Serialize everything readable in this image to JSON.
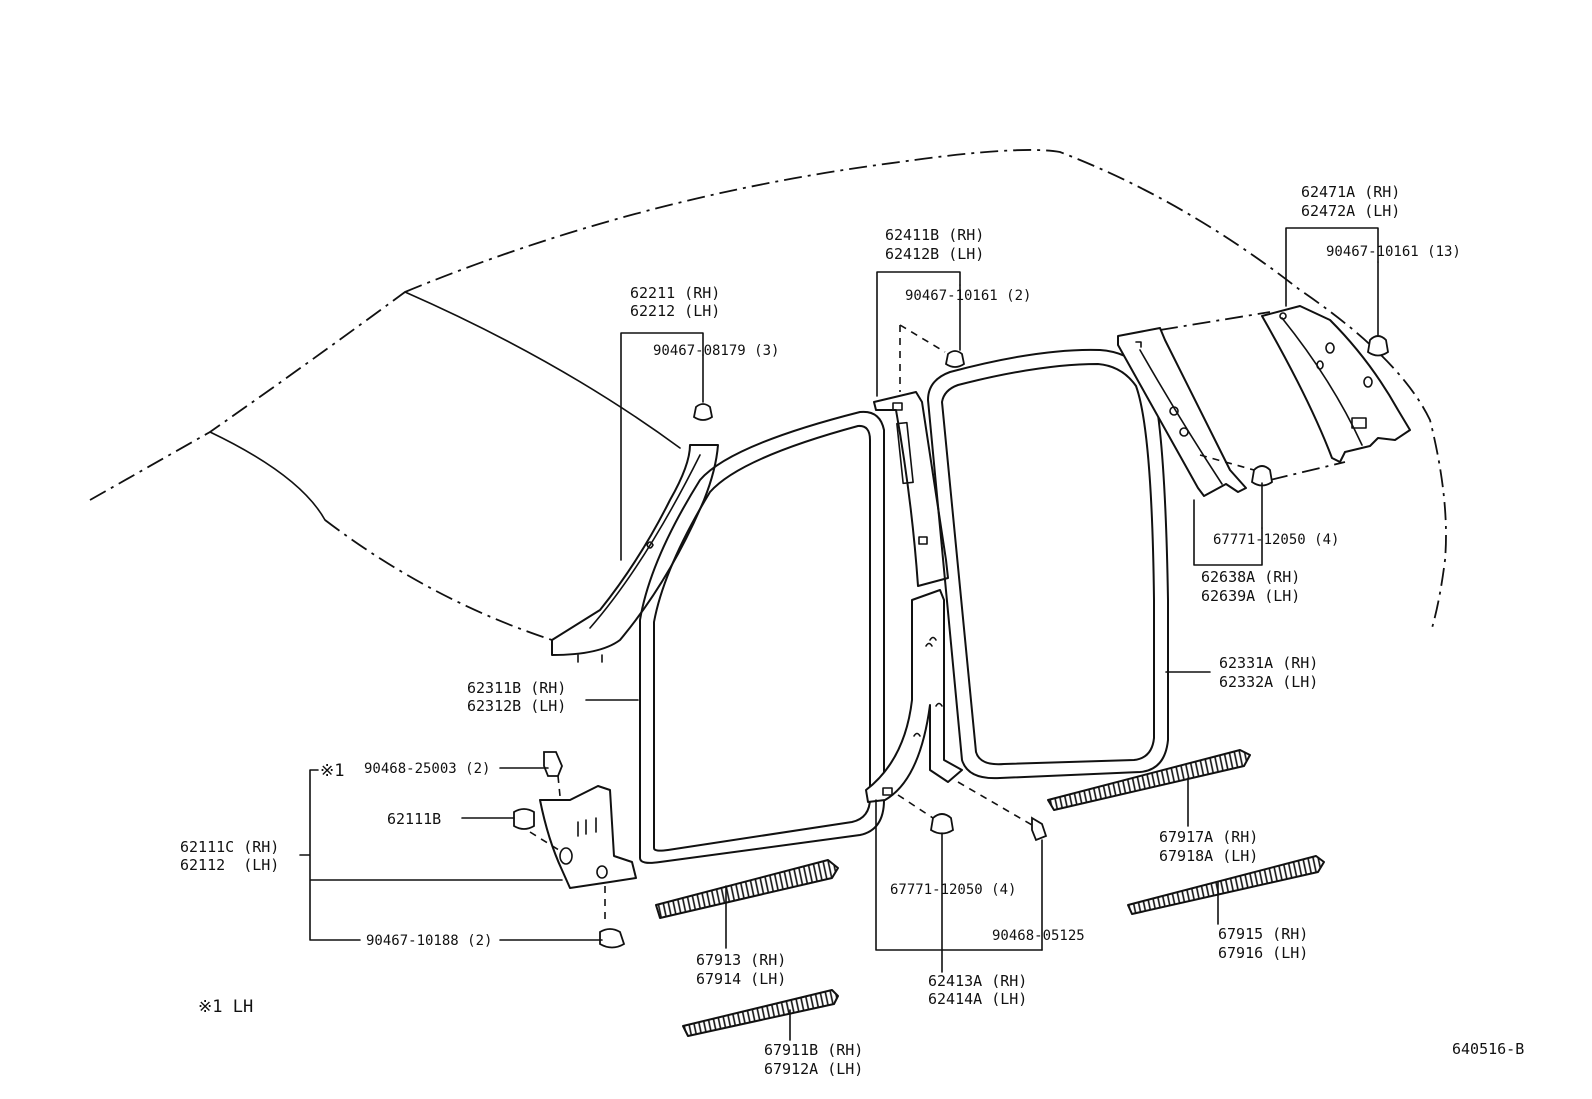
{
  "diagram_id": "640516-B",
  "footnote": "※1 LH",
  "labels": {
    "roof_headliner_rh": "62471A (RH)",
    "roof_headliner_lh": "62472A (LH)",
    "clip_headliner": "90467-10161 (13)",
    "center_pillar_upper_rh": "62411B (RH)",
    "center_pillar_upper_lh": "62412B (LH)",
    "clip_center_upper": "90467-10161 (2)",
    "front_pillar_rh": "62211 (RH)",
    "front_pillar_lh": "62212 (LH)",
    "clip_front_pillar": "90467-08179 (3)",
    "clip_quarter": "67771-12050 (4)",
    "quarter_trim_rh": "62638A (RH)",
    "quarter_trim_lh": "62639A (LH)",
    "front_weatherstrip_rh": "62311B (RH)",
    "front_weatherstrip_lh": "62312B (LH)",
    "rear_weatherstrip_rh": "62331A (RH)",
    "rear_weatherstrip_lh": "62332A (LH)",
    "ref_mark": "※1",
    "clip_cowl_upper": "90468-25003 (2)",
    "cowl_retainer": "62111B",
    "cowl_side_rh": "62111C (RH)",
    "cowl_side_lh": "62112  (LH)",
    "clip_cowl_lower": "90467-10188 (2)",
    "rear_scuff_rh": "67917A (RH)",
    "rear_scuff_lh": "67918A (LH)",
    "clip_center_lower": "67771-12050 (4)",
    "clip_center_bracket": "90468-05125",
    "rear_step_rh": "67915 (RH)",
    "rear_step_lh": "67916 (LH)",
    "front_scuff_rh": "67913 (RH)",
    "front_scuff_lh": "67914 (LH)",
    "center_pillar_lower_rh": "62413A (RH)",
    "center_pillar_lower_lh": "62414A (LH)",
    "front_step_rh": "67911B (RH)",
    "front_step_lh": "67912A (LH)"
  }
}
